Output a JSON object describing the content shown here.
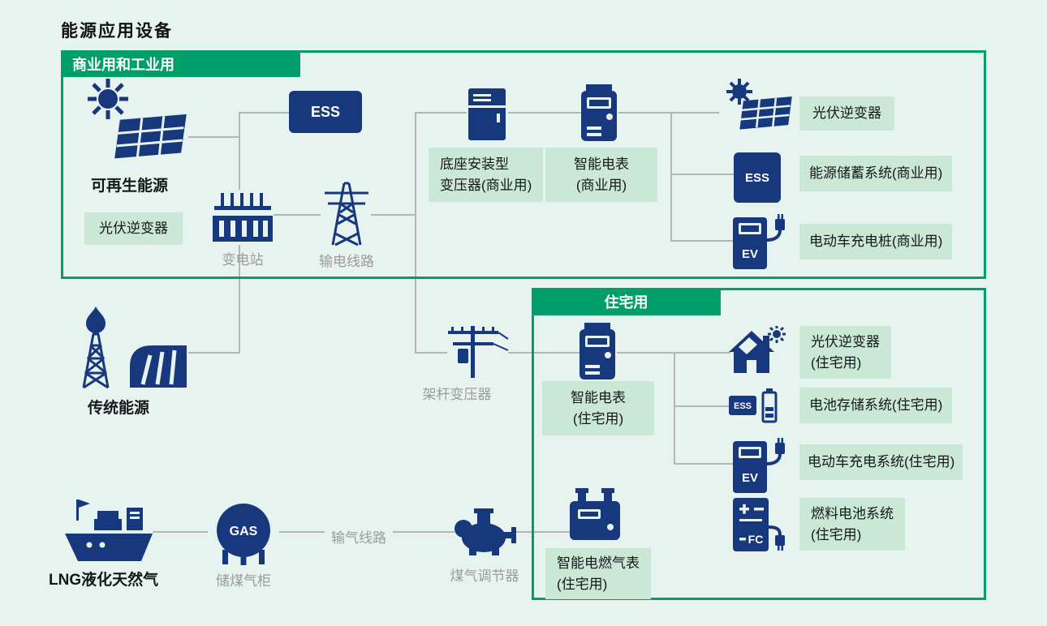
{
  "title": "能源应用设备",
  "commercial": {
    "header": "商业用和工业用",
    "renewable": "可再生能源",
    "renewable_tag": "光伏逆变器",
    "substation": "变电站",
    "transmission": "输电线路",
    "pad1": "底座安装型",
    "pad2": "变压器(商业用)",
    "meter1": "智能电表",
    "meter2": "(商业用)",
    "pv": "光伏逆变器",
    "storage": "能源储蓄系统(商业用)",
    "ev": "电动车充电桩(商业用)"
  },
  "traditional": "传统能源",
  "pole": "架杆变压器",
  "residential": {
    "header": "住宅用",
    "meter1": "智能电表",
    "meter2": "(住宅用)",
    "pv1": "光伏逆变器",
    "pv2": "(住宅用)",
    "battery": "电池存储系统(住宅用)",
    "ev": "电动车充电系统(住宅用)",
    "fuel1": "燃料电池系统",
    "fuel2": "(住宅用)",
    "gas1": "智能电燃气表",
    "gas2": "(住宅用)"
  },
  "gas": {
    "lng": "LNG液化天然气",
    "tank": "储煤气柜",
    "pipeline": "输气线路",
    "regulator": "煤气调节器"
  },
  "icons": {
    "ess": "ESS",
    "ev": "EV",
    "fc": "FC",
    "gas": "GAS"
  },
  "colors": {
    "navy": "#17387c",
    "green": "#009e6b",
    "label_bg": "#cbe8d7",
    "line": "#b6b6b6",
    "bg": "#e7f3ee",
    "gray_text": "#9b9b9b"
  }
}
